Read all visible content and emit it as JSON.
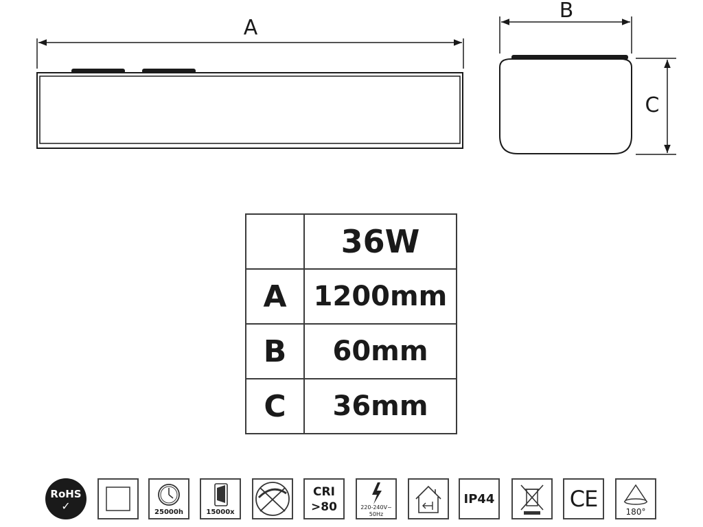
{
  "dimension_labels": {
    "length": "A",
    "width": "B",
    "height": "C"
  },
  "spec_table": {
    "header": "36W",
    "rows": [
      {
        "key": "A",
        "value": "1200mm"
      },
      {
        "key": "B",
        "value": "60mm"
      },
      {
        "key": "C",
        "value": "36mm"
      }
    ]
  },
  "badges": {
    "rohs": {
      "label": "RoHS",
      "mark": "✓"
    },
    "lifetime": {
      "label": "25000h"
    },
    "switch_cycles": {
      "label": "15000x"
    },
    "cri": {
      "line1": "CRI",
      "line2": ">80"
    },
    "voltage": {
      "line1": "220-240V~",
      "line2": "50Hz"
    },
    "ip_rating": {
      "label": "IP44"
    },
    "ce": {
      "label": "CE"
    },
    "beam_angle": {
      "label": "180°"
    }
  },
  "icons": [
    "rohs-icon",
    "class-ii-square-icon",
    "clock-icon",
    "switch-icon",
    "dimmer-icon",
    "cri-icon",
    "lightning-icon",
    "indoor-home-icon",
    "ip44-icon",
    "weee-bin-icon",
    "ce-mark-icon",
    "beam-angle-icon"
  ]
}
